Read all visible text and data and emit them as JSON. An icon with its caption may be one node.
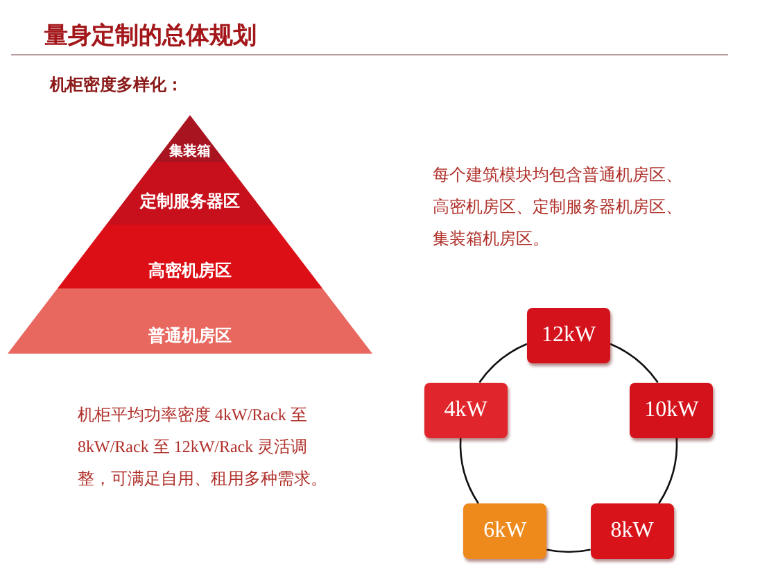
{
  "diagram": {
    "title": "量身定制的总体规划",
    "nodes": [
      {
        "text": [
          "集装箱"
        ]
      },
      {
        "text": [
          "定制服务器区"
        ]
      },
      {
        "text": [
          "高密机房区"
        ]
      },
      {
        "text": [
          "普通机房区"
        ]
      },
      {
        "text": [
          "12kW"
        ]
      },
      {
        "text": [
          "10kW"
        ]
      },
      {
        "text": [
          "8kW"
        ]
      },
      {
        "text": [
          "6kW"
        ]
      },
      {
        "text": [
          "4kW"
        ]
      }
    ],
    "edges": [
      {
        "from": 4,
        "to": 5,
        "arrow": "none"
      },
      {
        "from": 5,
        "to": 6,
        "arrow": "none"
      },
      {
        "from": 6,
        "to": 7,
        "arrow": "none"
      },
      {
        "from": 7,
        "to": 8,
        "arrow": "none"
      },
      {
        "from": 8,
        "to": 4,
        "arrow": "none"
      }
    ],
    "labels": [
      "机柜密度多样化：",
      "每个建筑模块均包含普通机房区、高密机房区、定制服务器机房区、集装箱机房区。",
      "机柜平均功率密度 4kW/Rack 至 8kW/Rack 至 12kW/Rack 灵活调整，可满足自用、租用多种需求。"
    ]
  }
}
